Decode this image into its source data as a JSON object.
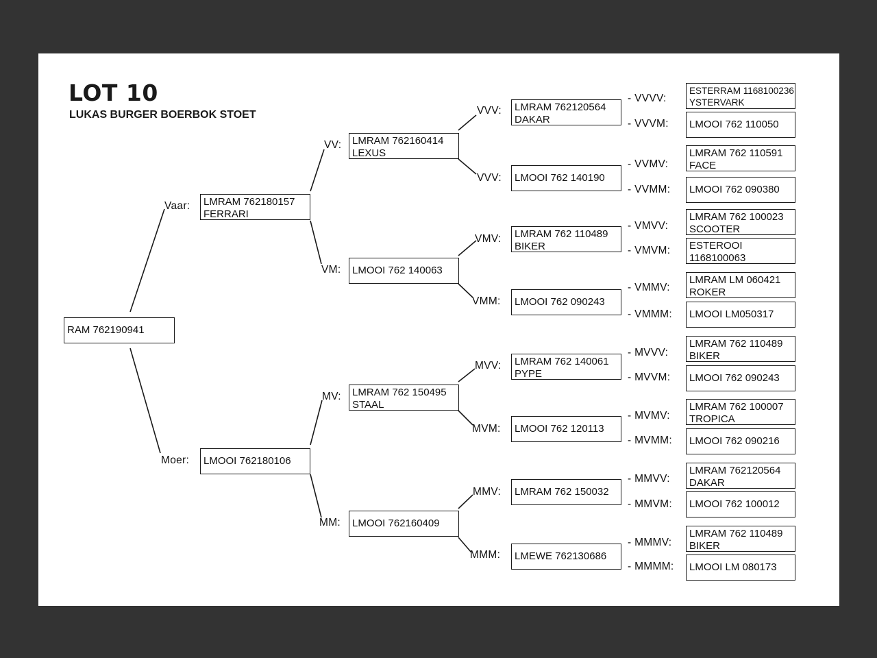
{
  "lot": {
    "title": "LOT 10",
    "subtitle": "LUKAS BURGER BOERBOK STOET"
  },
  "subject": {
    "text": "RAM 762190941"
  },
  "pedigree": [
    {
      "id": "vaar",
      "label": "Vaar:",
      "line1": "LMRAM 762180157",
      "line2": "FERRARI"
    },
    {
      "id": "moer",
      "label": "Moer:",
      "line1": "LMOOI 762180106",
      "line2": ""
    },
    {
      "id": "vv",
      "label": "VV:",
      "line1": "LMRAM 762160414",
      "line2": "LEXUS"
    },
    {
      "id": "vm",
      "label": "VM:",
      "line1": "LMOOI 762 140063",
      "line2": ""
    },
    {
      "id": "mv",
      "label": "MV:",
      "line1": "LMRAM 762 150495",
      "line2": "STAAL"
    },
    {
      "id": "mm",
      "label": "MM:",
      "line1": "LMOOI 762160409",
      "line2": ""
    },
    {
      "id": "vvv",
      "label": "VVV:",
      "line1": "LMRAM 762120564",
      "line2": "DAKAR"
    },
    {
      "id": "vvm",
      "label": "VVV:",
      "line1": "LMOOI 762 140190",
      "line2": ""
    },
    {
      "id": "vmv",
      "label": "VMV:",
      "line1": "LMRAM 762 110489",
      "line2": "BIKER"
    },
    {
      "id": "vmm",
      "label": "VMM:",
      "line1": "LMOOI 762 090243",
      "line2": ""
    },
    {
      "id": "mvv",
      "label": "MVV:",
      "line1": "LMRAM 762 140061",
      "line2": "PYPE"
    },
    {
      "id": "mvm",
      "label": "MVM:",
      "line1": "LMOOI 762 120113",
      "line2": ""
    },
    {
      "id": "mmv",
      "label": "MMV:",
      "line1": "LMRAM 762 150032",
      "line2": ""
    },
    {
      "id": "mmm",
      "label": "MMM:",
      "line1": "LMEWE 762130686",
      "line2": ""
    },
    {
      "id": "vvvv",
      "label": "- VVVV:",
      "line1": "ESTERRAM 1168100236",
      "line2": "YSTERVARK"
    },
    {
      "id": "vvvm",
      "label": "- VVVM:",
      "line1": "LMOOI 762 110050",
      "line2": ""
    },
    {
      "id": "vvmv",
      "label": "- VVMV:",
      "line1": "LMRAM 762 110591",
      "line2": "FACE"
    },
    {
      "id": "vvmm",
      "label": "- VVMM:",
      "line1": "LMOOI 762 090380",
      "line2": ""
    },
    {
      "id": "vmvv",
      "label": "- VMVV:",
      "line1": "LMRAM 762 100023",
      "line2": "SCOOTER"
    },
    {
      "id": "vmvm",
      "label": "- VMVM:",
      "line1": "ESTEROOI",
      "line2": "1168100063"
    },
    {
      "id": "vmmv",
      "label": "- VMMV:",
      "line1": "LMRAM LM 060421",
      "line2": "ROKER"
    },
    {
      "id": "vmmm",
      "label": "- VMMM:",
      "line1": "LMOOI LM050317",
      "line2": ""
    },
    {
      "id": "mvvv",
      "label": "- MVVV:",
      "line1": "LMRAM 762 110489",
      "line2": "BIKER"
    },
    {
      "id": "mvvm",
      "label": "- MVVM:",
      "line1": "LMOOI 762 090243",
      "line2": ""
    },
    {
      "id": "mvmv",
      "label": "- MVMV:",
      "line1": "LMRAM 762 100007",
      "line2": "TROPICA"
    },
    {
      "id": "mvmm",
      "label": "- MVMM:",
      "line1": "LMOOI 762 090216",
      "line2": ""
    },
    {
      "id": "mmvv",
      "label": "- MMVV:",
      "line1": "LMRAM 762120564",
      "line2": "DAKAR"
    },
    {
      "id": "mmvm",
      "label": "- MMVM:",
      "line1": "LMOOI 762 100012",
      "line2": ""
    },
    {
      "id": "mmmv",
      "label": "- MMMV:",
      "line1": "LMRAM 762 110489",
      "line2": "BIKER"
    },
    {
      "id": "mmmm",
      "label": "- MMMM:",
      "line1": "LMOOI LM 080173",
      "line2": ""
    }
  ]
}
